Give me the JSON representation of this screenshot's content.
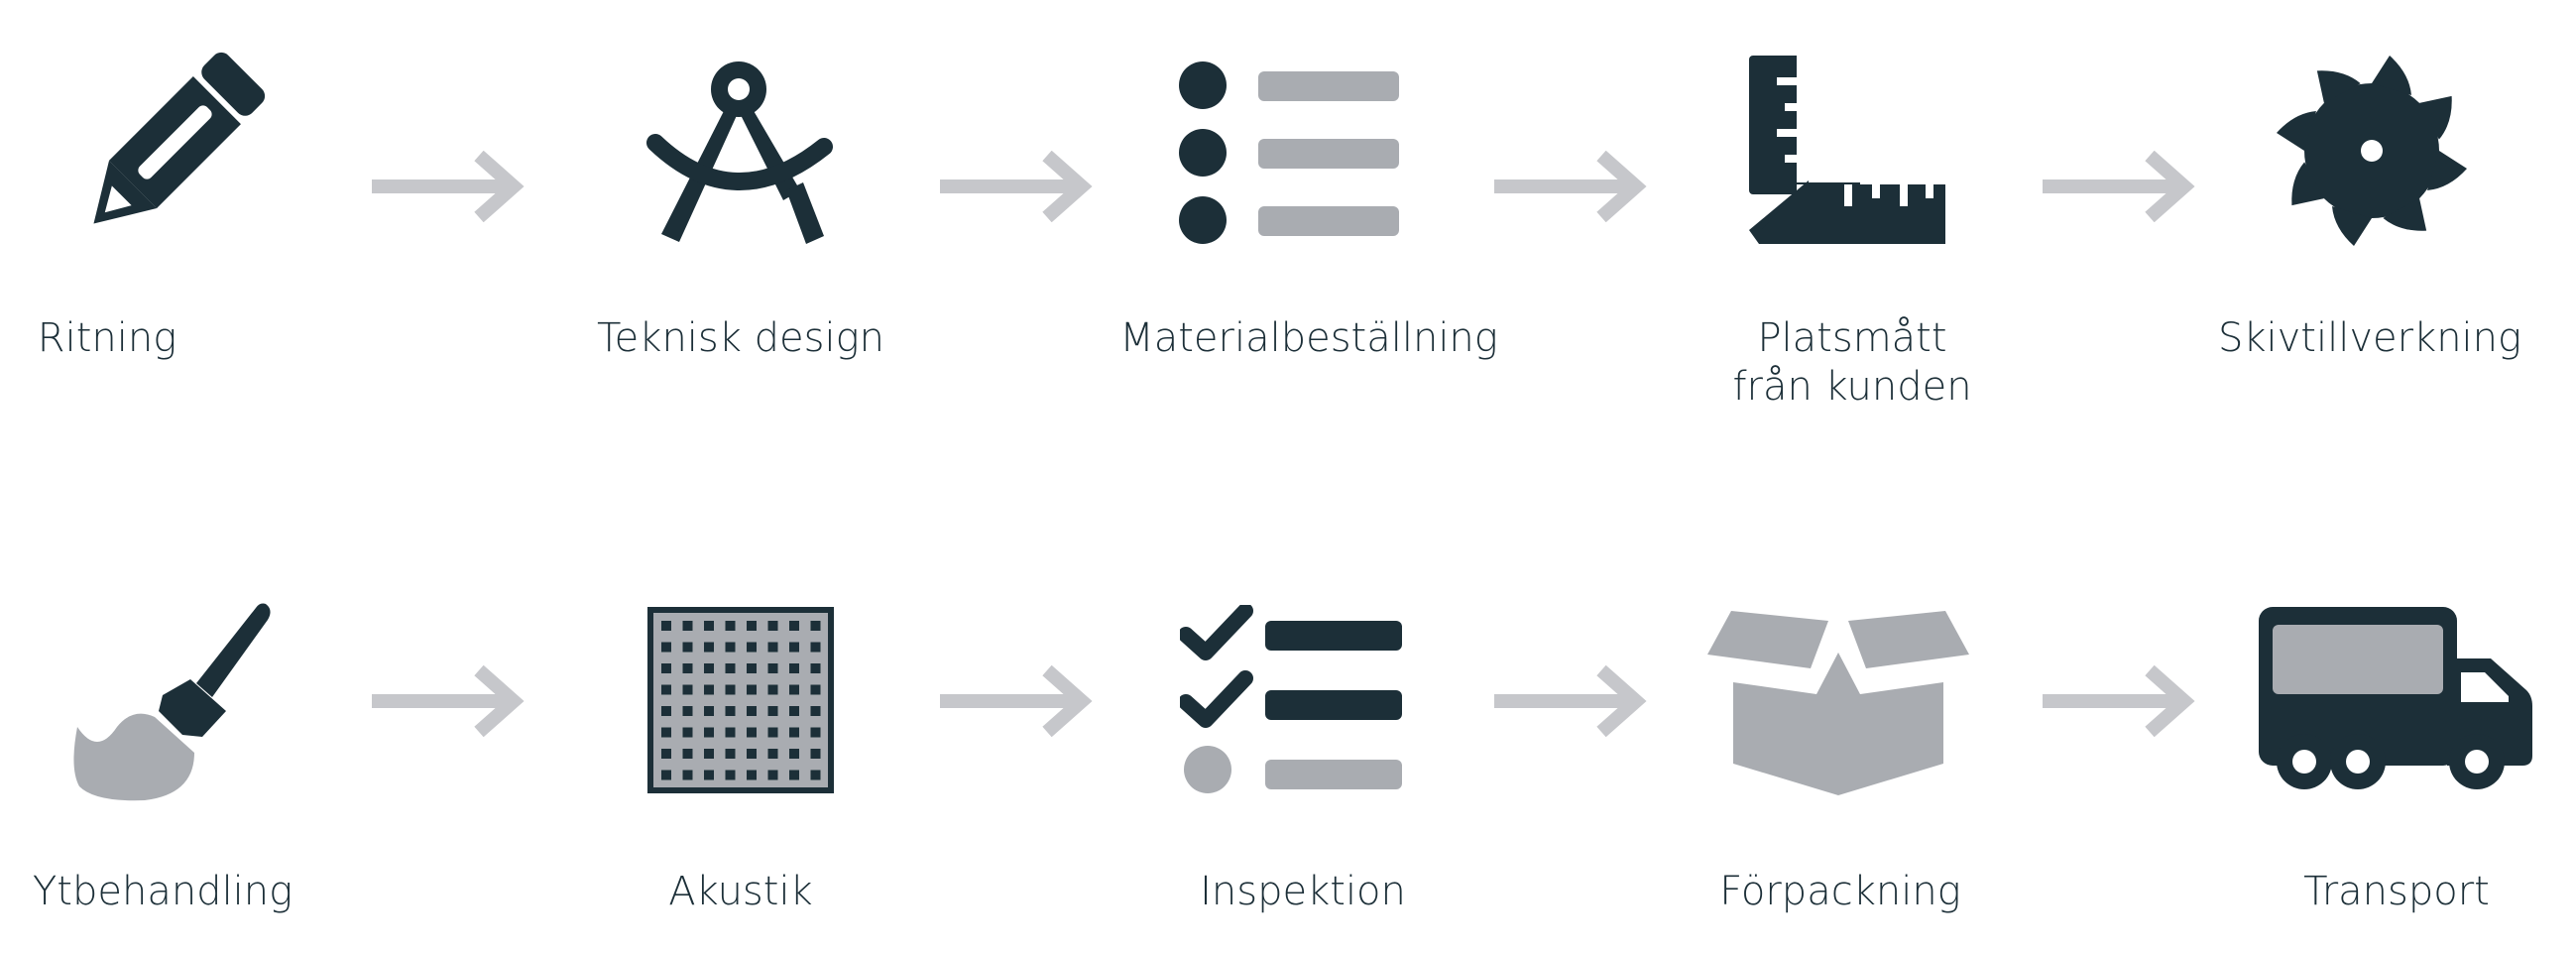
{
  "colors": {
    "dark": "#1c2f38",
    "grey": "#a9acb1",
    "arrow": "#c6c7cb",
    "background": "#ffffff"
  },
  "flow": {
    "row1": [
      {
        "label": "Ritning",
        "icon": "pencil-icon"
      },
      {
        "label": "Teknisk design",
        "icon": "compass-icon"
      },
      {
        "label": "Materialbeställning",
        "icon": "list-icon"
      },
      {
        "label": "Platsmått\nfrån kunden",
        "icon": "ruler-square-icon"
      },
      {
        "label": "Skivtillverkning",
        "icon": "saw-blade-icon"
      }
    ],
    "row2": [
      {
        "label": "Ytbehandling",
        "icon": "paint-brush-icon"
      },
      {
        "label": "Akustik",
        "icon": "perforated-panel-icon"
      },
      {
        "label": "Inspektion",
        "icon": "checklist-icon"
      },
      {
        "label": "Förpackning",
        "icon": "open-box-icon"
      },
      {
        "label": "Transport",
        "icon": "truck-icon"
      }
    ]
  }
}
